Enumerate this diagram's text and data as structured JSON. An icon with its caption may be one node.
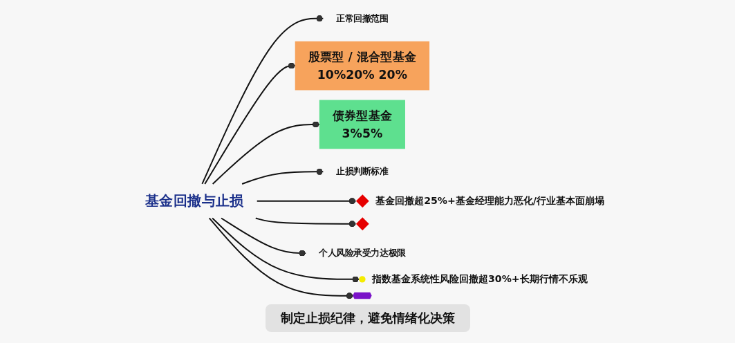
{
  "diagram": {
    "nodes": [
      {
        "text": [
          "基金回撤与止损"
        ]
      },
      {
        "text": [
          "正常回撤范围"
        ]
      },
      {
        "text": [
          "股票型 / 混合型基金",
          "10%20% 20%"
        ]
      },
      {
        "text": [
          "债券型基金",
          "3%5%"
        ]
      },
      {
        "text": [
          "止损判断标准"
        ]
      },
      {
        "text": [],
        "shape": "diamond",
        "beside": [
          "基金回撤超25%+基金经理能力恶化/行业基本面崩塌"
        ]
      },
      {
        "text": [],
        "shape": "diamond"
      },
      {
        "text": [
          "个人风险承受力达极限"
        ]
      },
      {
        "text": [],
        "shape": "circle",
        "beside": [
          "指数基金系统性风险回撤超30%+长期行情不乐观"
        ]
      },
      {
        "text": [],
        "shape": "hexagon"
      }
    ],
    "labels": [
      "制定止损纪律，避免情绪化决策"
    ],
    "edges": [
      {
        "from": 0,
        "to": 1,
        "arrow": "other"
      },
      {
        "from": 0,
        "to": 2,
        "arrow": "other"
      },
      {
        "from": 0,
        "to": 3,
        "arrow": "other"
      },
      {
        "from": 0,
        "to": 4,
        "arrow": "other"
      },
      {
        "from": 0,
        "to": 5,
        "arrow": "other"
      },
      {
        "from": 0,
        "to": 6,
        "arrow": "other"
      },
      {
        "from": 0,
        "to": 7,
        "arrow": "other"
      },
      {
        "from": 0,
        "to": 8,
        "arrow": "other"
      },
      {
        "from": 0,
        "to": 9,
        "arrow": "other"
      }
    ]
  }
}
